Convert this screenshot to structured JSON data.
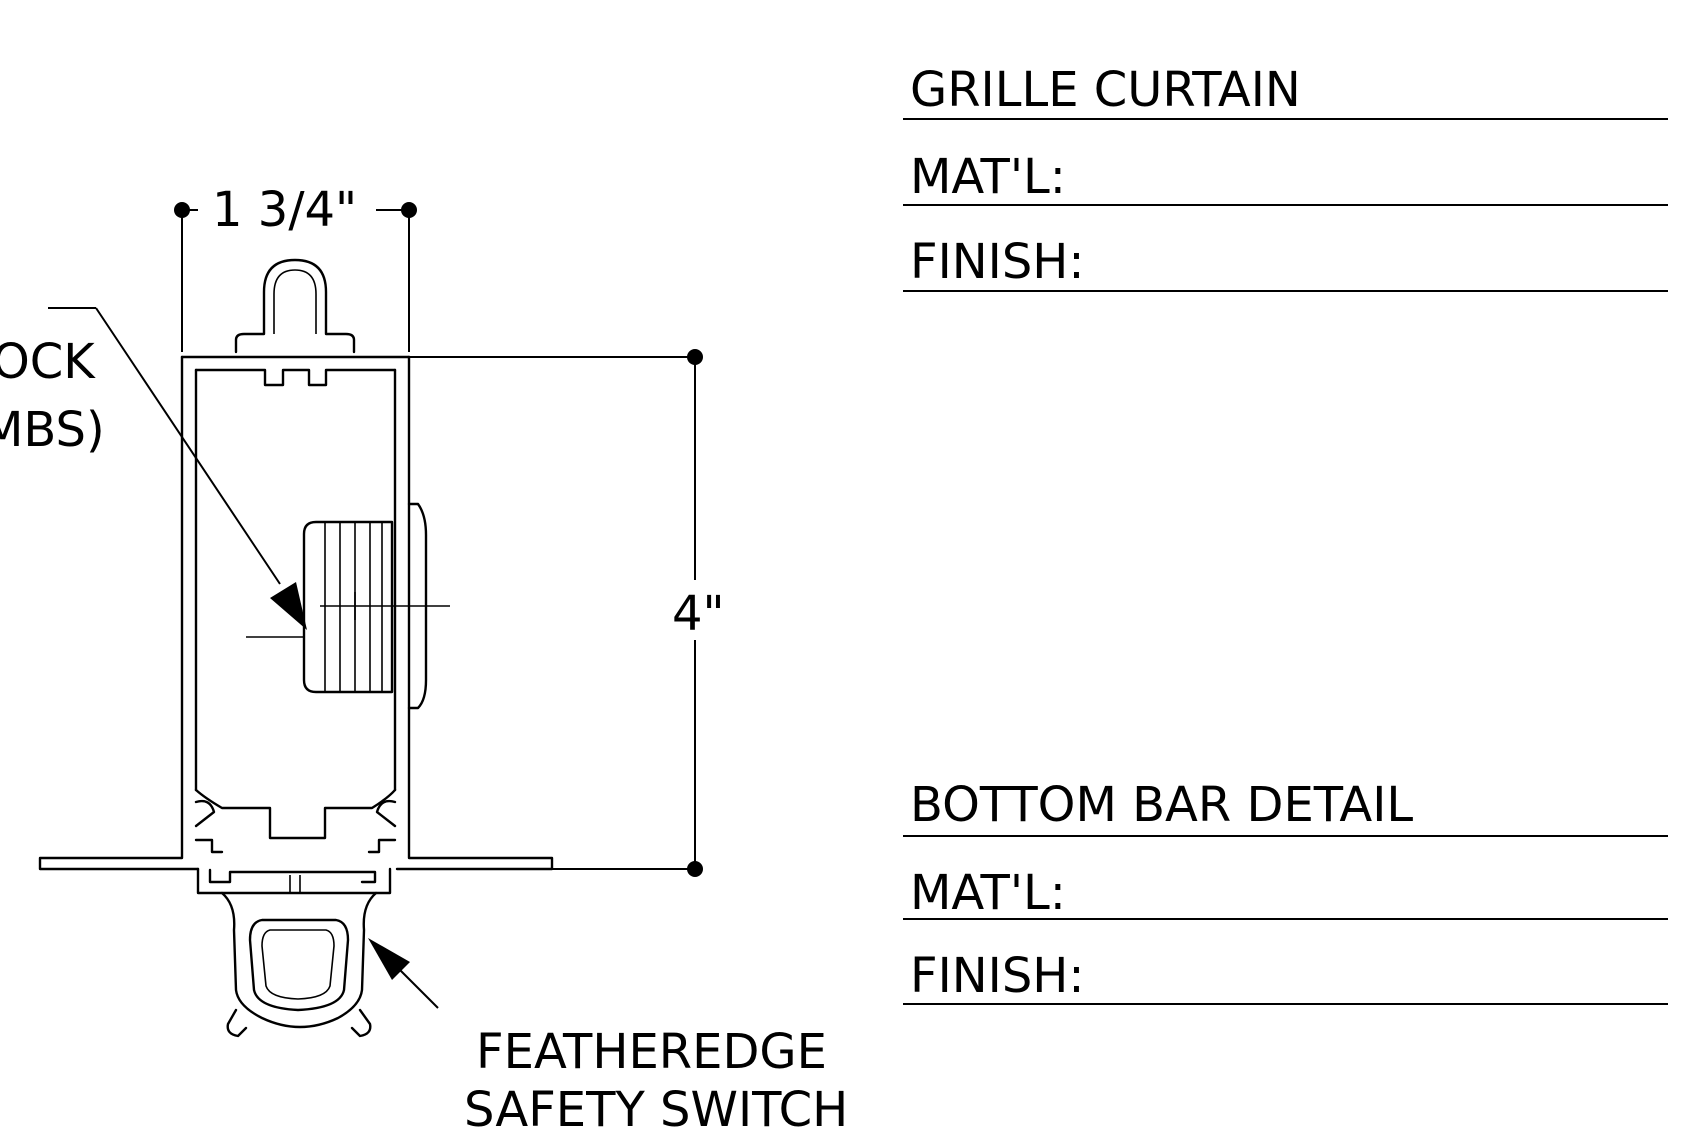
{
  "dimensions": {
    "width": "1 3/4\"",
    "height": "4\""
  },
  "callouts": {
    "lock_line1": "OCK",
    "lock_line2": "MBS)",
    "switch_line1": "FEATHEREDGE",
    "switch_line2": "SAFETY SWITCH"
  },
  "spec_block_curtain": {
    "title": "GRILLE CURTAIN",
    "material_label": "MAT'L:",
    "finish_label": "FINISH:"
  },
  "spec_block_bottom_bar": {
    "title": "BOTTOM BAR DETAIL",
    "material_label": "MAT'L:",
    "finish_label": "FINISH:"
  }
}
